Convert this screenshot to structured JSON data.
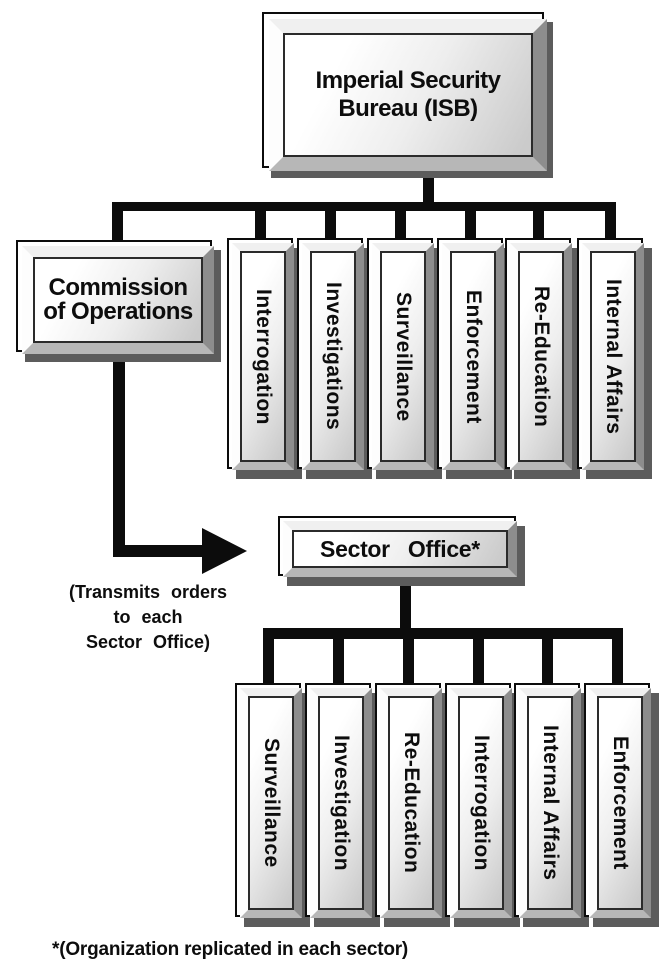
{
  "diagram": {
    "title": "Imperial Security Bureau organization chart",
    "root": {
      "label": "Imperial Security Bureau (ISB)"
    },
    "commission": {
      "label": "Commission of Operations"
    },
    "commission_note": {
      "line1": "(Transmits orders",
      "line2": "to each",
      "line3": "Sector Office)"
    },
    "top_departments": [
      "Interrogation",
      "Investigations",
      "Surveillance",
      "Enforcement",
      "Re-Education",
      "Internal Affairs"
    ],
    "sector_office": {
      "label": "Sector Office*"
    },
    "sector_departments": [
      "Surveillance",
      "Investigation",
      "Re-Education",
      "Interrogation",
      "Internal Affairs",
      "Enforcement"
    ],
    "footnote": "*(Organization replicated in each sector)",
    "colors": {
      "line": "#0c0c0c",
      "box_face_light": "#ffffff",
      "box_face_dark": "#cbcbcb",
      "shadow": "#5c5c5c",
      "background": "#ffffff"
    }
  }
}
